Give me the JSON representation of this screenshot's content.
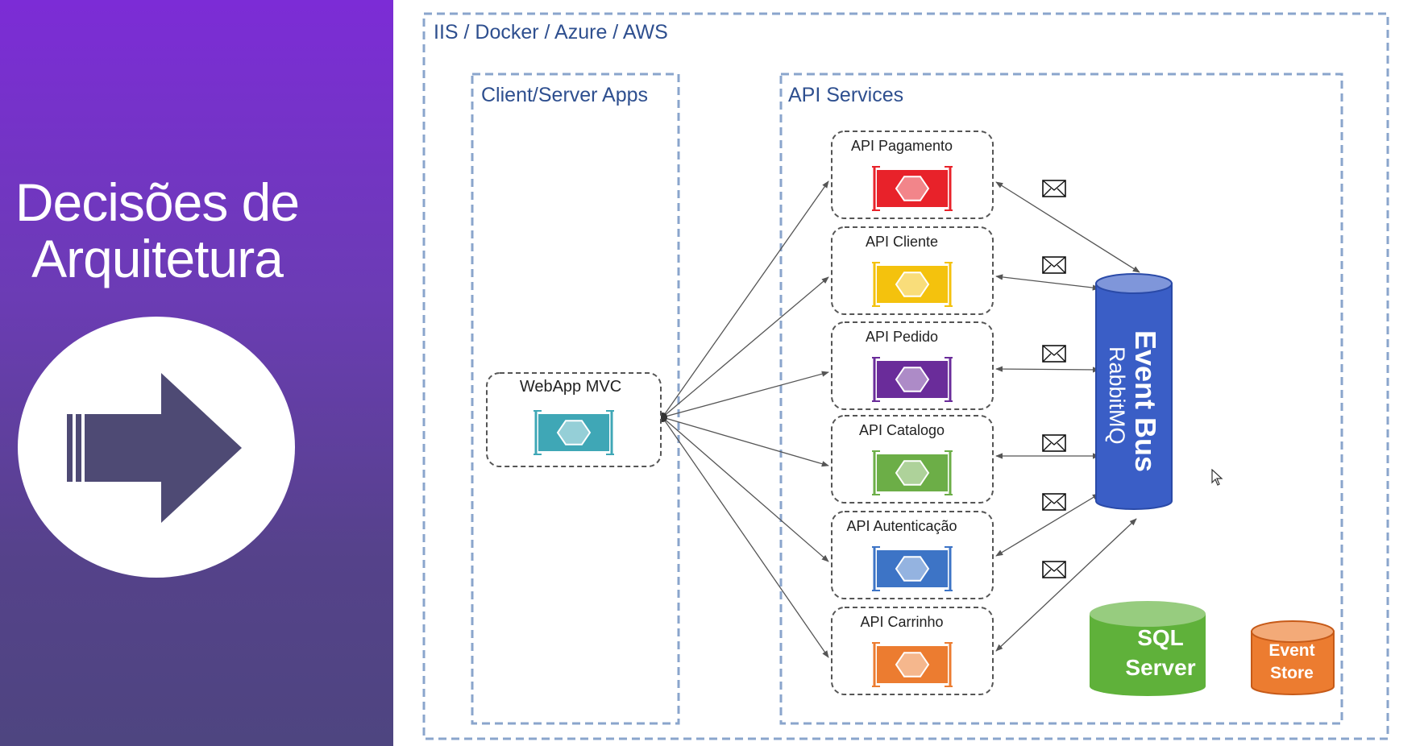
{
  "slide": {
    "title_line1": "Decisões de",
    "title_line2": "Arquitetura",
    "icon": "arrow-right-icon"
  },
  "diagram": {
    "hosting_label": "IIS / Docker / Azure / AWS",
    "client_group_label": "Client/Server Apps",
    "api_group_label": "API Services",
    "webapp": {
      "label": "WebApp MVC",
      "color": "#3fa7b6"
    },
    "apis": [
      {
        "label": "API Pagamento",
        "color": "#e8222a"
      },
      {
        "label": "API Cliente",
        "color": "#f4c20d"
      },
      {
        "label": "API Pedido",
        "color": "#6a2c9a"
      },
      {
        "label": "API Catalogo",
        "color": "#6cae47"
      },
      {
        "label": "API Autenticação",
        "color": "#3d74c6"
      },
      {
        "label": "API Carrinho",
        "color": "#ec7c30"
      }
    ],
    "event_bus": {
      "title": "Event Bus",
      "subtitle": "RabbitMQ",
      "color": "#3a5ec6"
    },
    "sql_server": {
      "line1": "SQL",
      "line2": "Server",
      "color": "#5fb13a"
    },
    "event_store": {
      "line1": "Event",
      "line2": "Store",
      "color": "#ec7c30"
    },
    "message_icon": "envelope-icon"
  }
}
